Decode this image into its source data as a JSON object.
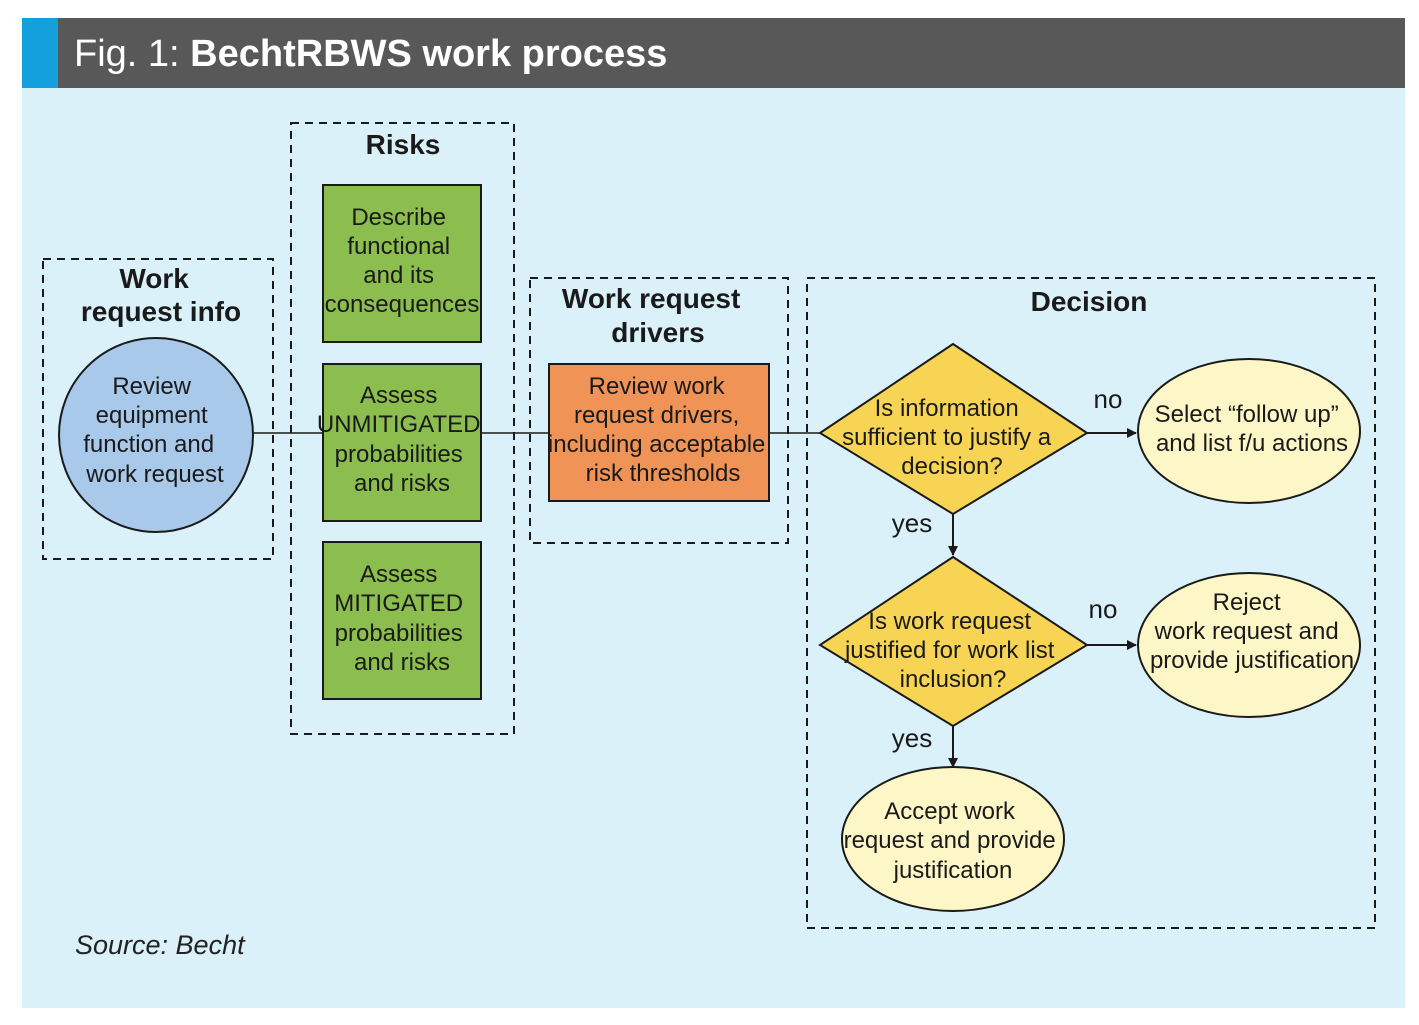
{
  "header": {
    "prefix": "Fig. 1:",
    "title": "BechtRBWS work process"
  },
  "groups": {
    "work_request_info": [
      "Work",
      "request info"
    ],
    "risks": [
      "Risks"
    ],
    "drivers": [
      "Work request",
      "drivers"
    ],
    "decision": [
      "Decision"
    ]
  },
  "nodes": {
    "review_equipment": [
      "Review",
      "equipment",
      "function and",
      "work request"
    ],
    "describe_functional": [
      "Describe",
      "functional",
      "and its",
      "consequences"
    ],
    "assess_unmitigated": [
      "Assess",
      "UNMITIGATED",
      "probabilities",
      "and risks"
    ],
    "assess_mitigated": [
      "Assess",
      "MITIGATED",
      "probabilities",
      "and risks"
    ],
    "review_drivers": [
      "Review work",
      "request drivers,",
      "including acceptable",
      "risk thresholds"
    ],
    "decision_info": [
      "Is information",
      "sufficient to justify a",
      "decision?"
    ],
    "select_follow_up": [
      "Select “follow up”",
      "and list f/u actions"
    ],
    "decision_justified": [
      "Is work request",
      "justified for work list",
      "inclusion?"
    ],
    "reject": [
      "Reject",
      "work request and",
      "provide justification"
    ],
    "accept": [
      "Accept work",
      "request and provide",
      "justification"
    ]
  },
  "edge_labels": {
    "no_1": "no",
    "yes_1": "yes",
    "no_2": "no",
    "yes_2": "yes"
  },
  "source": "Source: Becht",
  "colors": {
    "header_bg": "#595859",
    "header_accent": "#13a0dd",
    "background": "#dbf1fa",
    "circle_blue": "#a8c9ea",
    "green_box": "#8cbd4f",
    "orange_box": "#ef9357",
    "diamond_yellow": "#f7d454",
    "ellipse_cream": "#fdf6c6"
  }
}
